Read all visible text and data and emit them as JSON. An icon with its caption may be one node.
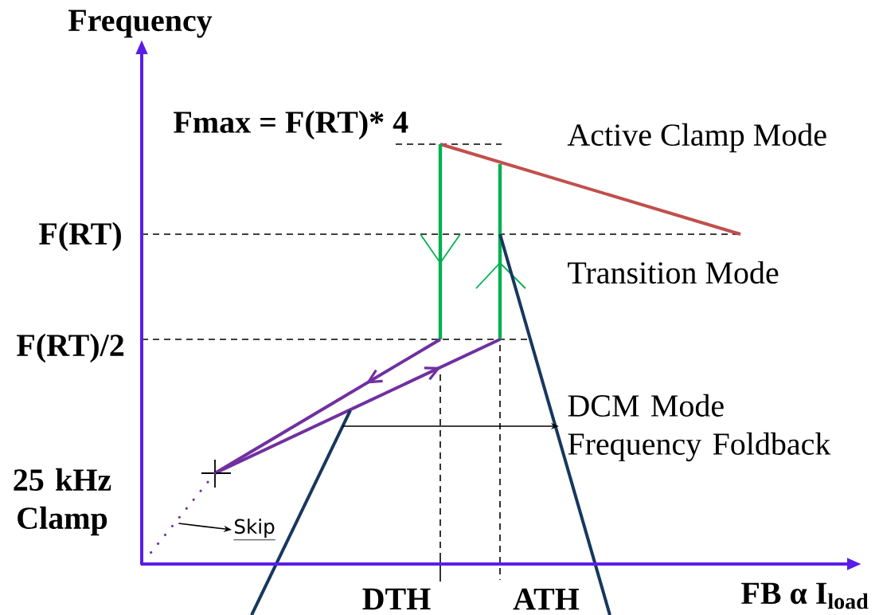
{
  "diagram": {
    "nodes": [
      {
        "text": [
          "Skip"
        ]
      },
      {
        "text": [],
        "shape": "line"
      }
    ],
    "edges": [
      {
        "from": 1,
        "to": 0,
        "arrow": "to"
      }
    ],
    "labels": [
      "Frequency",
      "Fmax = F(RT)* 4",
      "Active Clamp Mode",
      "F(RT)",
      "Transition Mode",
      "F(RT)/2",
      "DCM Mode Frequency Foldback",
      "25 kHz Clamp",
      "DTH",
      "ATH",
      "FB α I$_{load}$"
    ]
  }
}
